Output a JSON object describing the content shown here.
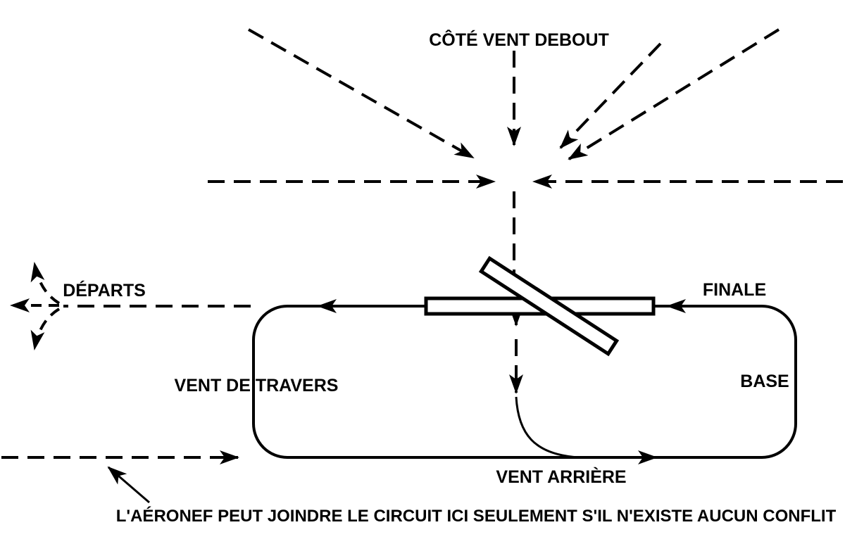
{
  "labels": {
    "upwind_side": "CÔTÉ VENT DEBOUT",
    "departures": "DÉPARTS",
    "final": "FINALE",
    "crosswind": "VENT DE TRAVERS",
    "base": "BASE",
    "downwind": "VENT ARRIÈRE",
    "join_note": "L'AÉRONEF PEUT JOINDRE LE CIRCUIT ICI SEULEMENT S'IL N'EXISTE AUCUN CONFLIT"
  },
  "colors": {
    "line": "#000000",
    "background": "#ffffff"
  }
}
